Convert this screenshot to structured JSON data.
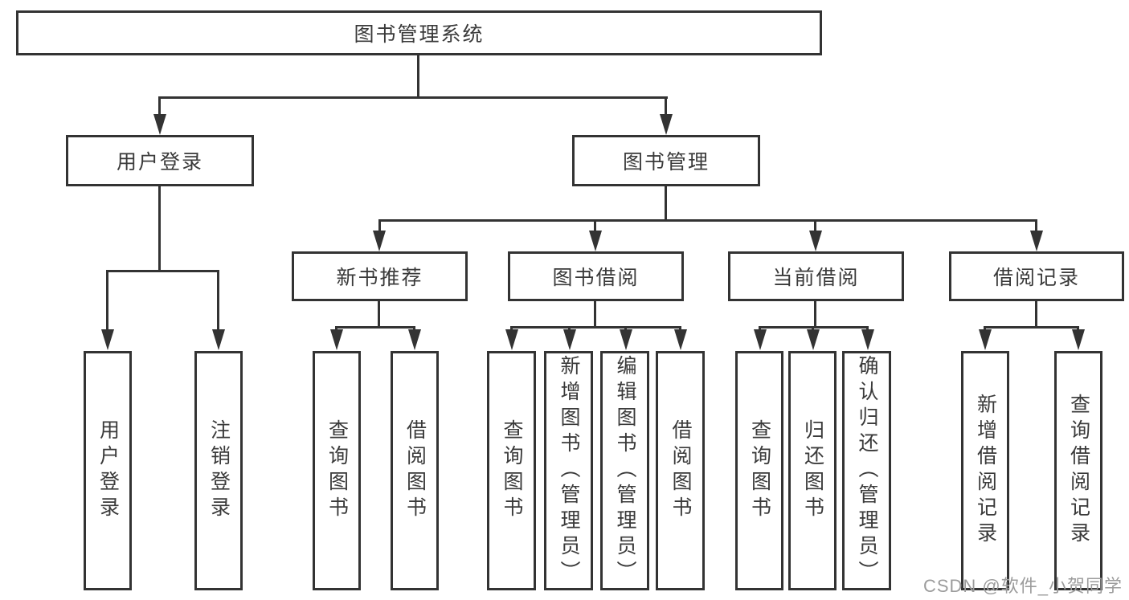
{
  "colors": {
    "line": "#333333",
    "text": "#3a3a3a",
    "background": "#ffffff",
    "watermark": "#9c9c9c"
  },
  "tree": {
    "root": {
      "label": "图书管理系统",
      "children": [
        {
          "label": "用户登录",
          "children": [
            {
              "label": "用户登录"
            },
            {
              "label": "注销登录"
            }
          ]
        },
        {
          "label": "图书管理",
          "children": [
            {
              "label": "新书推荐",
              "children": [
                {
                  "label": "查询图书"
                },
                {
                  "label": "借阅图书"
                }
              ]
            },
            {
              "label": "图书借阅",
              "children": [
                {
                  "label": "查询图书"
                },
                {
                  "label": "新增图书（管理员）"
                },
                {
                  "label": "编辑图书（管理员）"
                },
                {
                  "label": "借阅图书"
                }
              ]
            },
            {
              "label": "当前借阅",
              "children": [
                {
                  "label": "查询图书"
                },
                {
                  "label": "归还图书"
                },
                {
                  "label": "确认归还（管理员）"
                }
              ]
            },
            {
              "label": "借阅记录",
              "children": [
                {
                  "label": "新增借阅记录"
                },
                {
                  "label": "查询借阅记录"
                }
              ]
            }
          ]
        }
      ]
    }
  },
  "watermark": "CSDN @软件_小贺同学"
}
